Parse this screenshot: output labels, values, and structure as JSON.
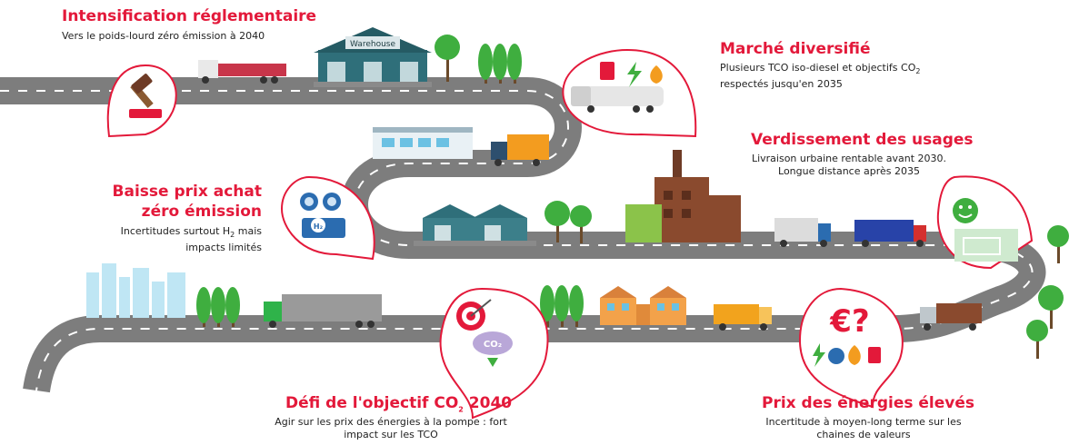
{
  "blocks": {
    "b1": {
      "title": "Intensification réglementaire",
      "sub": "Vers le poids-lourd zéro émission à 2040"
    },
    "b2": {
      "title": "Marché diversifié",
      "sub1": "Plusieurs TCO iso-diesel et objectifs CO",
      "sub_co2": "2",
      "sub2": "respectés jusqu'en 2035"
    },
    "b3": {
      "title": "Verdissement des usages",
      "sub1": "Livraison urbaine rentable avant 2030.",
      "sub2": "Longue distance après 2035"
    },
    "b4": {
      "title1": "Baisse prix achat",
      "title2": "zéro émission",
      "sub1a": "Incertitudes surtout H",
      "sub1b": "2",
      "sub1c": " mais",
      "sub2": "impacts limités"
    },
    "b5": {
      "title_a": "Défi de l'objectif CO",
      "title_b": "2",
      "title_c": " 2040",
      "sub1": "Agir sur les prix des énergies à la pompe : fort",
      "sub2": "impact sur les TCO"
    },
    "b6": {
      "title": "Prix des énergies élevés",
      "sub1": "Incertitude à moyen-long terme sur les",
      "sub2": "chaines de valeurs"
    }
  },
  "labels": {
    "warehouse_sign": "Warehouse",
    "co2_cloud": "CO₂",
    "h2_badge": "H₂",
    "euro_question": "€?"
  },
  "colors": {
    "accent": "#e3193a",
    "road": "#7d7d7d",
    "tree": "#3fae3f",
    "trunk": "#6b4a2a"
  }
}
